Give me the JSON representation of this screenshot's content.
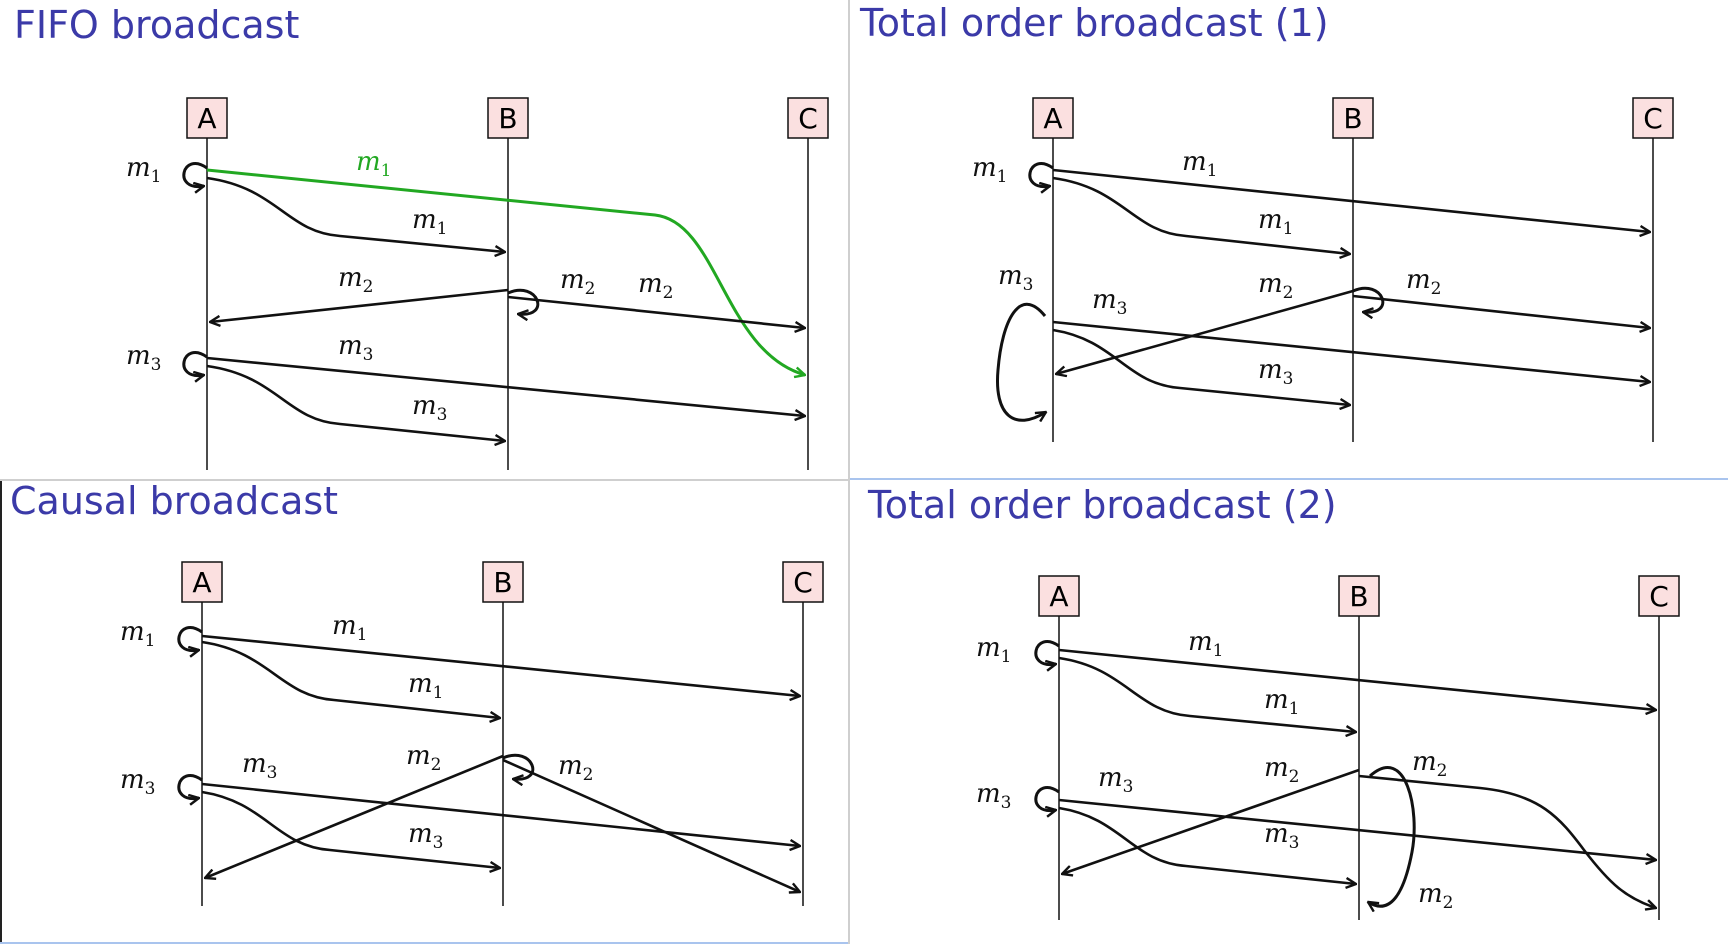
{
  "colors": {
    "title": "#3b3aa8",
    "process_fill": "#fbe0e0",
    "line": "#111111",
    "highlight": "#22a822",
    "border_gray": "#cfcfcf",
    "border_blue": "#a9c4ee"
  },
  "panels": [
    {
      "title": "FIFO broadcast",
      "processes": [
        "A",
        "B",
        "C"
      ],
      "messages": [
        {
          "label": "m",
          "sub": "1"
        },
        {
          "label": "m",
          "sub": "1"
        },
        {
          "label": "m",
          "sub": "1"
        },
        {
          "label": "m",
          "sub": "2"
        },
        {
          "label": "m",
          "sub": "2"
        },
        {
          "label": "m",
          "sub": "2"
        },
        {
          "label": "m",
          "sub": "3"
        },
        {
          "label": "m",
          "sub": "3"
        },
        {
          "label": "m",
          "sub": "3"
        }
      ]
    },
    {
      "title": "Total order broadcast (1)",
      "processes": [
        "A",
        "B",
        "C"
      ],
      "messages": [
        {
          "label": "m",
          "sub": "1"
        },
        {
          "label": "m",
          "sub": "1"
        },
        {
          "label": "m",
          "sub": "1"
        },
        {
          "label": "m",
          "sub": "3"
        },
        {
          "label": "m",
          "sub": "3"
        },
        {
          "label": "m",
          "sub": "2"
        },
        {
          "label": "m",
          "sub": "2"
        },
        {
          "label": "m",
          "sub": "3"
        }
      ]
    },
    {
      "title": "Causal broadcast",
      "processes": [
        "A",
        "B",
        "C"
      ],
      "messages": [
        {
          "label": "m",
          "sub": "1"
        },
        {
          "label": "m",
          "sub": "1"
        },
        {
          "label": "m",
          "sub": "1"
        },
        {
          "label": "m",
          "sub": "3"
        },
        {
          "label": "m",
          "sub": "3"
        },
        {
          "label": "m",
          "sub": "2"
        },
        {
          "label": "m",
          "sub": "2"
        },
        {
          "label": "m",
          "sub": "3"
        }
      ]
    },
    {
      "title": "Total order broadcast (2)",
      "processes": [
        "A",
        "B",
        "C"
      ],
      "messages": [
        {
          "label": "m",
          "sub": "1"
        },
        {
          "label": "m",
          "sub": "1"
        },
        {
          "label": "m",
          "sub": "1"
        },
        {
          "label": "m",
          "sub": "3"
        },
        {
          "label": "m",
          "sub": "3"
        },
        {
          "label": "m",
          "sub": "2"
        },
        {
          "label": "m",
          "sub": "2"
        },
        {
          "label": "m",
          "sub": "3"
        },
        {
          "label": "m",
          "sub": "2"
        }
      ]
    }
  ]
}
